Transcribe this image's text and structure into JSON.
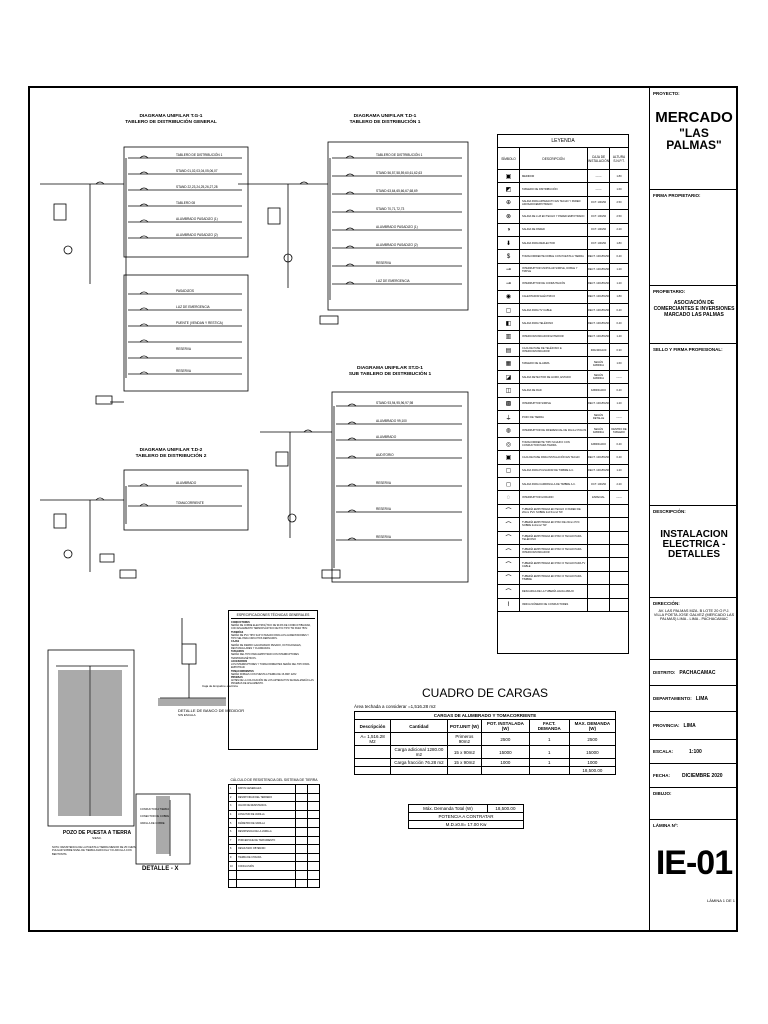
{
  "title_block": {
    "project_label": "PROYECTO:",
    "project_name_1": "MERCADO",
    "project_name_2": "\"LAS PALMAS\"",
    "owner_sign_label": "FIRMA PROPIETARIO:",
    "owner_label": "PROPIETARIO:",
    "owner_value": "ASOCIACIÓN DE COMERCIANTES E INVERSIONES MARCADO LAS PALMAS",
    "seal_label": "SELLO Y FIRMA PROFESIONAL:",
    "description_label": "DESCRIPCIÓN:",
    "description_value": "INSTALACION ELECTRICA - DETALLES",
    "address_label": "DIRECCIÓN:",
    "address_value": "AV. LAS PALMAS MZA. B LOTE 20 O P.J. VILLA POETA JOSE GALVEZ (MERCADO LAS PALMAS) LIMA - LIMA - PACHACAMAC",
    "district_label": "DISTRITO:",
    "district_value": "PACHACAMAC",
    "department_label": "DEPARTAMENTO:",
    "department_value": "LIMA",
    "province_label": "PROVINCIA:",
    "province_value": "LIMA",
    "scale_label": "ESCALA:",
    "scale_value": "1:100",
    "date_label": "FECHA:",
    "date_value": "DICIEMBRE 2020",
    "drawn_label": "DIBUJO:",
    "sheet_label": "LÁMINA Nº:",
    "sheet_code": "IE-01",
    "sheet_count": "LÁMINA 1 DE 1"
  },
  "diagrams": {
    "tg1_title_1": "DIAGRAMA UNIFILAR T.G-1",
    "tg1_title_2": "TABLERO DE DISTRIBUCIÓN GENERAL",
    "td1_title_1": "DIAGRAMA UNIFILAR T.D-1",
    "td1_title_2": "TABLERO DE DISTRIBUCIÓN 1",
    "tg2_title_1": "DIAGRAMA UNIFILAR T.D-2",
    "tg2_title_2": "TABLERO DE DISTRIBUCIÓN 2",
    "std1_title_1": "DIAGRAMA UNIFILAR ST.D-1",
    "std1_title_2": "SUB TABLERO DE DISTRIBUCIÓN 1",
    "tg1_circuits": [
      "TABLERO DE DISTRIBUCIÓN 1",
      "STAND 01,02,03,04,05,06,07",
      "STAND 22,23,24,25,26,27,28",
      "TABLERO 08",
      "ALUMBRADO PASADIZO (1)",
      "ALUMBRADO PASADIZO (2)"
    ],
    "tg1_circuits_b": [
      "PASADIZOS",
      "LUZ DE EMERGENCIA",
      "PUENTE (VENDAN Y RESTICA)",
      "RESERVA",
      "RESERVA"
    ],
    "td1_circuits": [
      "TABLERO DE DISTRIBUCIÓN 1",
      "STAND 56,57,58,59,60,61,62,63",
      "STAND 63,64,65,66,67,68,69",
      "STAND 70,71,72,73",
      "ALUMBRADO PASADIZO (1)",
      "ALUMBRADO PASADIZO (2)",
      "RESERVA",
      "LUZ DE EMERGENCIA"
    ],
    "tg2_circuits": [
      "ALUMBRADO",
      "TOMACORRIENTE"
    ],
    "std1_circuits": [
      "STAND 93,94,95,96,97,98",
      "ALUMBRADO 99,100",
      "ALUMBRADO",
      "AUDITORIO",
      "RESERVA",
      "RESERVA",
      "RESERVA"
    ]
  },
  "legend": {
    "title": "LEYENDA",
    "col_symbol": "SÍMBOLO",
    "col_desc": "DESCRIPCIÓN",
    "col_box": "CAJA DE INSTALACIÓN",
    "col_height": "ALTURA S.N.P.T.",
    "rows": [
      {
        "sym": "▣",
        "desc": "MEDIDOR",
        "box": "-------",
        "h": "1.80"
      },
      {
        "sym": "◩",
        "desc": "TABLERO DE DISTRIBUCIÓN",
        "box": "-------",
        "h": "1.60"
      },
      {
        "sym": "⊕",
        "desc": "SALIDA PARA ARTEFACTO EN TECHO Y PARED ADOSADO/EMPOTRADO",
        "box": "OCT. 100x50",
        "h": "2.50"
      },
      {
        "sym": "⊗",
        "desc": "SALIDA DE LUZ EN TECHO Y PARED EMPOTRADO",
        "box": "OCT. 100x50",
        "h": "2.50"
      },
      {
        "sym": "◑",
        "desc": "SALIDA DE PARED",
        "box": "OCT. 100x50",
        "h": "2.20"
      },
      {
        "sym": "⬇",
        "desc": "SALIDA PARA REFLECTOR",
        "box": "OCT. 100x50",
        "h": "1.80"
      },
      {
        "sym": "$",
        "desc": "TOMACORRIENTE DOBLE CON PUESTA A TIERRA",
        "box": "RECT. 100x55x50",
        "h": "0.40"
      },
      {
        "sym": "⊸",
        "desc": "INTERRUPTOR UNIPOLAR SIMPLE, DOBLE Y TRIPLE",
        "box": "RECT. 100x55x50",
        "h": "1.20"
      },
      {
        "sym": "⊸",
        "desc": "INTERRUPTOR DE CONMUTACIÓN",
        "box": "RECT. 100x55x50",
        "h": "1.20"
      },
      {
        "sym": "◉",
        "desc": "CALENTADOR ELÉCTRICO",
        "box": "RECT. 100x55x50",
        "h": "1.80"
      },
      {
        "sym": "▢",
        "desc": "SALIDA PARA TV CABLE",
        "box": "RECT. 100x55x50",
        "h": "0.40"
      },
      {
        "sym": "◧",
        "desc": "SALIDA PARA TELÉFONO",
        "box": "RECT. 100x55x50",
        "h": "0.40"
      },
      {
        "sym": "▥",
        "desc": "INTERCOMUNICADOR EXTERIOR",
        "box": "RECT. 100x55x50",
        "h": "1.40"
      },
      {
        "sym": "▤",
        "desc": "CAJA DE PASE DE TELÉFONO E INTERCOMUNICADOR",
        "box": "300x300x100",
        "h": "0.30"
      },
      {
        "sym": "▦",
        "desc": "TABLERO DE ALARMA",
        "box": "SEGÚN FABRICA",
        "h": "1.60"
      },
      {
        "sym": "◪",
        "desc": "SALIDA DETECTOR DE HUMO, ESTADO",
        "box": "SEGÚN FABRICA",
        "h": "-------"
      },
      {
        "sym": "◫",
        "desc": "SALIDA DE RAD",
        "box": "FABRICADO",
        "h": "0.40"
      },
      {
        "sym": "▩",
        "desc": "INTERRUPTOR SIMPLE",
        "box": "RECT. 100x55x50",
        "h": "1.20"
      },
      {
        "sym": "⏚",
        "desc": "POZO DE TIERRA",
        "box": "SEGÚN DETALLE",
        "h": "-------"
      },
      {
        "sym": "◍",
        "desc": "INTERRUPTOR DE DIFERENCIAL DE 30mA 2 POLOS",
        "box": "SEGÚN FABRICA",
        "h": "DENTRO DE TABLERO"
      },
      {
        "sym": "◎",
        "desc": "TOMACORRIENTE TIPO SCHUKO CON CONDUCTOR PARA TIERRA",
        "box": "FABRICADO",
        "h": "0.40"
      },
      {
        "sym": "▣",
        "desc": "CAJA DE PASE PARA INSTALACIÓN EN TECHO",
        "box": "RECT. 100x55x50",
        "h": "0.40"
      },
      {
        "sym": "▢",
        "desc": "SALIDA PARA PULSADOR DE TIMBRE A.C.",
        "box": "RECT. 100x55x50",
        "h": "1.20"
      },
      {
        "sym": "◻",
        "desc": "SALIDA PARA CAMPANILLA DE TIMBRE A.C.",
        "box": "OCT. 100x50",
        "h": "2.20"
      },
      {
        "sym": "◌",
        "desc": "INTERRUPTOR HORARIO",
        "box": "ESPECIAL",
        "h": "-------"
      },
      {
        "sym": "⌒",
        "desc": "TUBERÍA EMPOTRADA EN TECHO O PARED DE 20mm PVC SOBRE 2x2.5mm2 TW",
        "box": "",
        "h": ""
      },
      {
        "sym": "⌒",
        "desc": "TUBERÍA EMPOTRADA EN PISO DE 20mm PVC SOBRE 2x4mm2 TW",
        "box": "",
        "h": ""
      },
      {
        "sym": "⌒",
        "desc": "TUBERÍA EMPOTRADA EN PISO O TECHO PARA TELÉFONO",
        "box": "",
        "h": ""
      },
      {
        "sym": "⌒",
        "desc": "TUBERÍA EMPOTRADA EN PISO O TECHO PARA INTERCOMUNICADOR",
        "box": "",
        "h": ""
      },
      {
        "sym": "⌒",
        "desc": "TUBERÍA EMPOTRADA EN PISO O TECHO PARA TV CABLE",
        "box": "",
        "h": ""
      },
      {
        "sym": "⌒",
        "desc": "TUBERÍA EMPOTRADA EN PISO O TECHO PARA TIMBRE",
        "box": "",
        "h": ""
      },
      {
        "sym": "⌒",
        "desc": "DESCARGA DE LA TUBERÍA HACIA ABAJO",
        "box": "",
        "h": ""
      },
      {
        "sym": "⌇",
        "desc": "INDICA NÚMERO DE CONDUCTORES",
        "box": "",
        "h": ""
      }
    ]
  },
  "loads": {
    "title": "CUADRO DE CARGAS",
    "area_note": "Área techada a considerar =1,516.28 m2",
    "table_title": "CARGAS DE ALUMBRADO Y TOMACORRIENTE",
    "headers": [
      "Descripción",
      "Cantidad",
      "POT.UNIT (W)",
      "POT. INSTALADA (W)",
      "FACT. DEMANDA",
      "MAX. DEMANDA (W)"
    ],
    "rows": [
      [
        "A= 1,516.28 M2",
        "",
        "Primeros 90m2",
        "2500",
        "1",
        "2500"
      ],
      [
        "",
        "Carga adicional 1280.00 m2",
        "15 x 90m2",
        "15000",
        "1",
        "15000"
      ],
      [
        "",
        "Carga fracción 76.28 m2",
        "15 x 90m2",
        "1000",
        "1",
        "1000"
      ],
      [
        "",
        "",
        "",
        "",
        "",
        "18,500.00"
      ]
    ],
    "max_demand_label": "Máx. Demanda Total (W)",
    "max_demand_value": "18,500.00",
    "contract_label": "POTENCIA A CONTRATAR",
    "contract_value": "M.D.x0.8= 17.00 Kw"
  },
  "specs": {
    "title": "ESPECIFICACIONES TÉCNICAS GENERALES",
    "h1": "CONDUCTORES",
    "b1": "SERÁN DE COBRE ELECTROLÍTICO DE 99.9% DE CONDUCTIBILIDAD, CON AISLAMIENTO TERMOPLÁSTICO DE PVC TIPO TW PARA 750V.",
    "h2": "TUBERÍAS",
    "b2": "SERÁN DE PVC TIPO SAP O PESADO PARA LOS ALIMENTADORES Y TIPO SEL PARA CIRCUITOS DERIVADOS.",
    "h3": "CAJAS",
    "b3": "SERÁN DE FIERRO GALVANIZADO PESADO, OCTOGONALES, RECTANGULARES Y CUADRADAS.",
    "h4": "TABLEROS",
    "b4": "SERÁN DEL TIPO PARA EMPOTRAR CON INTERRUPTORES TERMOMAGNÉTICOS.",
    "h5": "ACCESORIOS",
    "b5": "LOS INTERRUPTORES Y TOMACORRIENTES SERÁN DEL TIPO PARA EMPOTRAR.",
    "h6": "TOMACORRIENTES",
    "b6": "SERÁN DOBLES CON PUESTA A TIERRA DE 15 AMP. 220V.",
    "h7": "PRUEBAS",
    "b7": "ANTES DE LA COLOCACIÓN DE LOS ARTEFACTOS SE REALIZARÁN LAS PRUEBAS DE AISLAMIENTO."
  },
  "resistance": {
    "title": "CÁLCULO DE RESISTENCIA DEL SISTEMA DE TIERRA",
    "headers": [
      "ITEM",
      "DESCRIPCIÓN",
      "",
      ""
    ],
    "rows": [
      [
        "1",
        "DATOS GENERALES",
        "",
        ""
      ],
      [
        "2",
        "RESISTIVIDAD DEL TERRENO",
        "",
        ""
      ],
      [
        "3",
        "VALOR DE RESISTENCIA",
        "",
        ""
      ],
      [
        "4",
        "LONGITUD DE VARILLA",
        "",
        ""
      ],
      [
        "5",
        "DIÁMETRO DE VARILLA",
        "",
        ""
      ],
      [
        "6",
        "RESISTENCIA DE LA VARILLA",
        "",
        ""
      ],
      [
        "7",
        "PORCENTAJE DE TRATAMIENTO",
        "",
        ""
      ],
      [
        "8",
        "RESULTADO OBTENIDO",
        "",
        ""
      ],
      [
        "9",
        "TIERRA DE CHACRA",
        "",
        ""
      ],
      [
        "10",
        "CONCLUSIÓN",
        "",
        ""
      ],
      [
        "",
        "",
        "",
        ""
      ],
      [
        "",
        "",
        "",
        ""
      ]
    ]
  },
  "details": {
    "meter_caption": "DETALLE DE BANCO DE MEDIDOR",
    "meter_sub": "SIN ESCALA",
    "well_caption": "POZO DE PUESTA A TIERRA",
    "well_sub": "S/ESC.",
    "x_caption": "DETALLE - X",
    "x_items": [
      "CONDUCTOR A TIERRA",
      "CONECTOR DE COBRE",
      "VARILLA DE COBRE"
    ],
    "ground_note": "NOTA: RESISTENCIA DE LA PUESTA A TIERRA MENOR DE 25 OHMS, PULGAR SOBRE NIVEL DE TIERRA AGRICOLA Y/O ARCILLA CON BENTONITA",
    "meter_box_label": "Caja de Empalme eléctrica"
  }
}
